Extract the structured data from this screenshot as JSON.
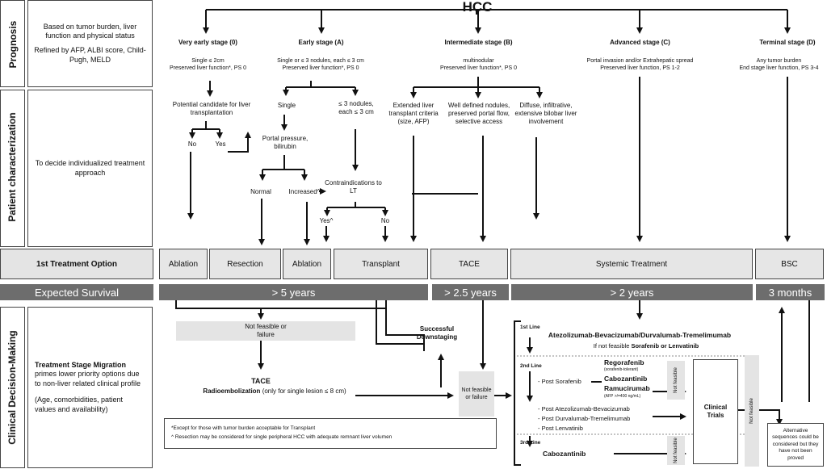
{
  "title": "HCC",
  "rows": {
    "prognosis": "Prognosis",
    "patient": "Patient characterization",
    "clinical": "Clinical Decision-Making"
  },
  "left": {
    "prognosis_l1": "Based on tumor burden, liver function and physical status",
    "prognosis_l2": "Refined by AFP,  ALBI score, Child-Pugh, MELD",
    "patient": "To decide individualized treatment approach",
    "first_treatment": "1st Treatment Option",
    "survival_label": "Expected Survival",
    "migration_title": "Treatment Stage Migration",
    "migration_body": "primes lower priority options due to non-liver related clinical profile",
    "migration_note": "(Age, comorbidities, patient values and  availability)"
  },
  "stages": [
    {
      "name": "Very early stage (0)",
      "desc": "Single ≤ 2cm\nPreserved liver function*, PS 0"
    },
    {
      "name": "Early stage (A)",
      "desc": "Single or ≤ 3 nodules, each ≤ 3 cm\nPreserved liver function*, PS 0"
    },
    {
      "name": "Intermediate  stage (B)",
      "desc": "multinodular\nPreserved liver function*, PS 0"
    },
    {
      "name": "Advanced  stage (C)",
      "desc": "Portal invasion  and/or Extrahepatic spread\nPreserved liver function, PS 1-2"
    },
    {
      "name": "Terminal stage (D)",
      "desc": "Any tumor burden\nEnd stage liver function, PS 3-4"
    }
  ],
  "patient": {
    "lt_candidate": "Potential candidate for liver transplantation",
    "no": "No",
    "yes": "Yes",
    "single": "Single",
    "three_nodules": "≤ 3 nodules, each ≤ 3 cm",
    "portal": "Portal pressure, bilirubin",
    "normal": "Normal",
    "increased": "Increased^",
    "contra": "Contraindications to LT",
    "yes2": "Yes^",
    "no2": "No",
    "extended": "Extended liver transplant criteria (size, AFP)",
    "well_defined": "Well defined nodules, preserved portal flow, selective access",
    "diffuse": "Diffuse, infiltrative, extensive bilobar liver involvement"
  },
  "treatments": [
    "Ablation",
    "Resection",
    "Ablation",
    "Transplant",
    "TACE",
    "Systemic Treatment",
    "BSC"
  ],
  "survival": [
    "> 5 years",
    "> 2.5 years",
    "> 2 years",
    "3 months"
  ],
  "clinical": {
    "not_feasible": "Not feasible or failure",
    "tace": "TACE",
    "radioembolization": "Radioembolization",
    "radio_note": "(only  for single lesion ≤ 8 cm)",
    "successful": "Successful Downstaging",
    "nf_failure": "Not feasible or failure",
    "footnote1": "*Except for  those with tumor burden acceptable for Transplant",
    "footnote2": "^ Resection may be considered for single peripheral HCC with adequate remnant liver volumen"
  },
  "systemic": {
    "line1": "1st Line",
    "line1_drugs": "Atezolizumab-Bevacizumab/Durvalumab-Tremelimumab",
    "line1_if": "If not feasible",
    "line1_alt": "Sorafenib or Lenvatinib",
    "line2": "2nd Line",
    "post_sorafenib": "- Post Sorafenib",
    "regorafenib": "Regorafenib",
    "sorafenib_tolerant": "(sorafenib-tolerant)",
    "cabozantinib": "Cabozantinib",
    "ramucirumab": "Ramucirumab",
    "afp_note": "(AFP >/=400 ng/mL)",
    "post_atezo": "- Post Atezolizumab-Bevacizumab",
    "post_durva": "- Post Durvalumab-Tremelimumab",
    "post_lenva": "- Post Lenvatinib",
    "line3": "3rd Line",
    "line3_drug": "Cabozantinib",
    "not_feasible_small": "Not feasible",
    "clinical_trials": "Clinical Trials",
    "alternative": "Alternative sequences could be considered but they have not been proved"
  }
}
